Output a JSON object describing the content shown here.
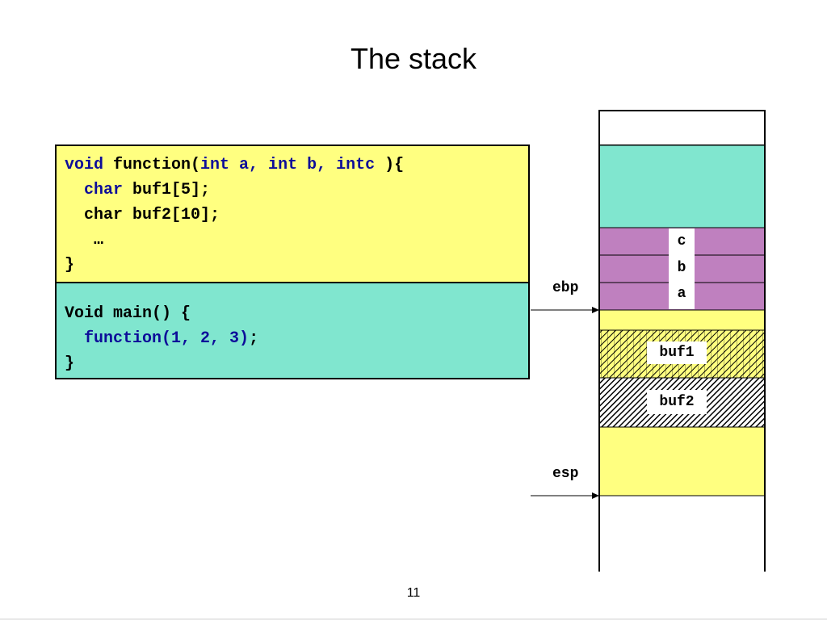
{
  "slide": {
    "title": "The stack",
    "page_number": "11"
  },
  "code": {
    "function_block": {
      "line1": {
        "kw_void": "void",
        "name": " function(",
        "kw_params": "int a, int b, intc ",
        "close": "){"
      },
      "line2": {
        "indent": "  ",
        "kw_char": "char",
        "rest": " buf1[5];"
      },
      "line3": "  char buf2[10];",
      "line4": "   …",
      "line5": "}"
    },
    "main_block": {
      "line1": "Void main() {",
      "line2": {
        "indent": "  ",
        "call": "function(1, 2, 3)",
        "semi": ";"
      },
      "line3": "}"
    }
  },
  "stack": {
    "pointers": {
      "ebp": "ebp",
      "esp": "esp"
    },
    "params": [
      "c",
      "b",
      "a"
    ],
    "buffers": [
      "buf1",
      "buf2"
    ],
    "colors": {
      "caller_frame": "#80e6cf",
      "params": "#bf80bf",
      "yellow": "#ffff80",
      "code_blue": "#0d0d99"
    }
  }
}
